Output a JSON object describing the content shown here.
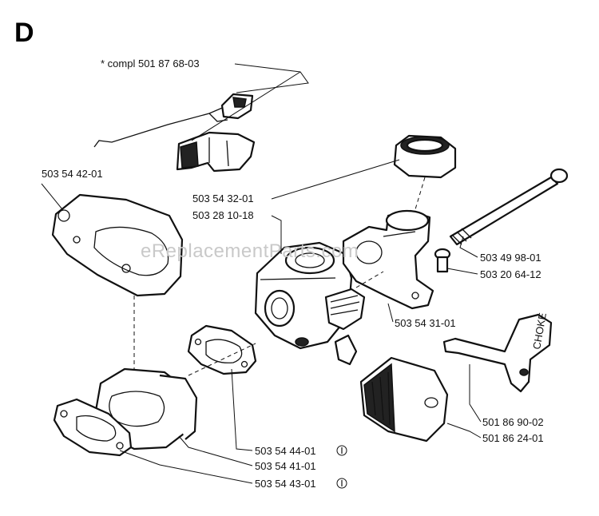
{
  "section_letter": "D",
  "watermark": "eReplacementParts.com",
  "labels": {
    "compl": "*  compl 501 87 68-03",
    "p_420142": "503 54 42-01",
    "p_543201": "503 54 32-01",
    "p_281018": "503 28 10-18",
    "p_499801": "503 49 98-01",
    "p_206412": "503 20 64-12",
    "p_543101": "503 54 31-01",
    "p_869002": "501 86 90-02",
    "p_862401": "501 86 24-01",
    "p_544401": "503 54 44-01",
    "p_544101": "503 54 41-01",
    "p_544301": "503 54 43-01"
  },
  "choke_text": "CHOKE"
}
